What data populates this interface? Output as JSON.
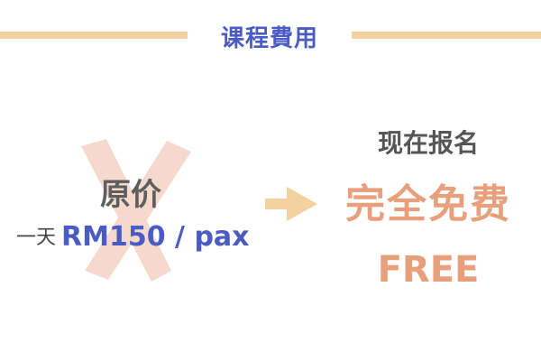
{
  "header": {
    "title": "课程費用"
  },
  "original": {
    "label": "原价",
    "period": "一天",
    "price": "RM150 / pax",
    "crossed_out": true
  },
  "offer": {
    "cta": "现在报名",
    "headline_cn": "完全免费",
    "headline_en": "FREE"
  },
  "colors": {
    "accent_blue": "#4a5bc4",
    "line_gold": "#f3d29f",
    "free_orange": "#e8a07c",
    "cross_pink": "#f2c9b8"
  },
  "icons": {
    "cross": "cross-out-icon",
    "arrow": "arrow-right-icon"
  }
}
